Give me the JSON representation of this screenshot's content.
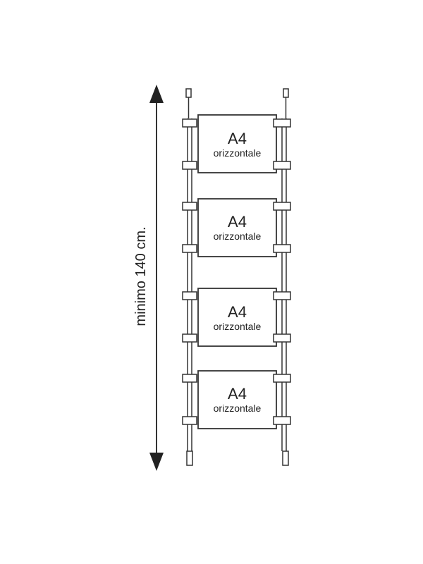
{
  "diagram": {
    "dimension_label": "minimo 140 cm.",
    "panels": [
      {
        "size": "A4",
        "orientation": "orizzontale"
      },
      {
        "size": "A4",
        "orientation": "orizzontale"
      },
      {
        "size": "A4",
        "orientation": "orizzontale"
      },
      {
        "size": "A4",
        "orientation": "orizzontale"
      }
    ],
    "colors": {
      "line": "#333333",
      "panel_fill": "#ffffff",
      "background": "#ffffff"
    }
  }
}
